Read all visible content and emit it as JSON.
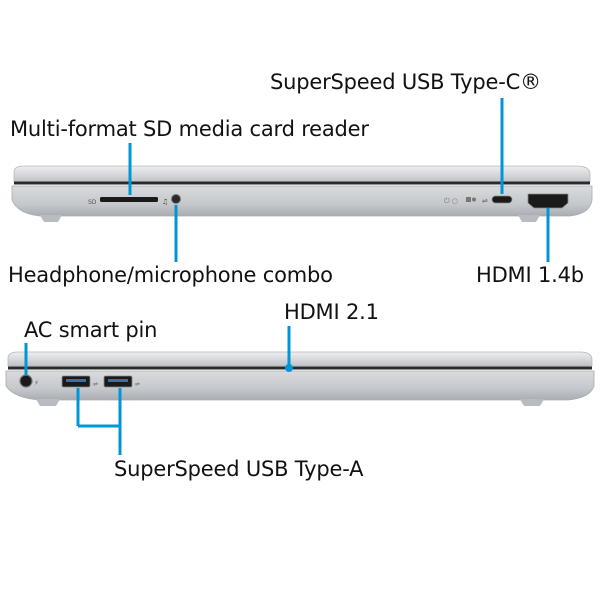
{
  "labels": {
    "usb_c": "SuperSpeed USB Type-C®",
    "sd_reader": "Multi-format SD media card reader",
    "headphone": "Headphone/microphone combo",
    "hdmi_14b": "HDMI 1.4b",
    "ac_pin": "AC smart pin",
    "hdmi_21": "HDMI 2.1",
    "usb_a": "SuperSpeed USB Type-A"
  },
  "port_markings": {
    "sd": "SD"
  },
  "colors": {
    "callout": "#0096d6",
    "chassis": "#c9cbce",
    "port": "#1a1a1a"
  }
}
